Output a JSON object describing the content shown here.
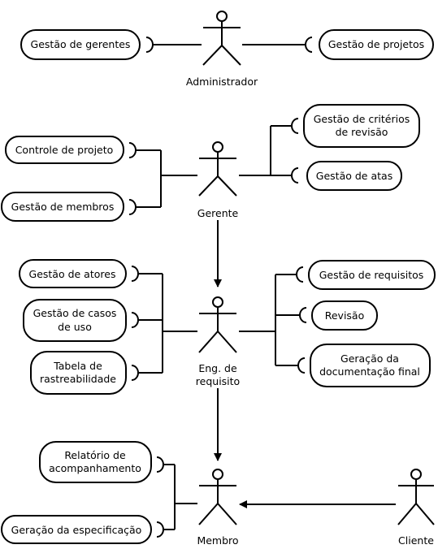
{
  "actors": {
    "administrador": "Administrador",
    "gerente": "Gerente",
    "eng_l1": "Eng. de",
    "eng_l2": "requisito",
    "membro": "Membro",
    "cliente": "Cliente"
  },
  "use_cases": {
    "gestao_gerentes": "Gestão de gerentes",
    "gestao_projetos": "Gestão de projetos",
    "criterios_l1": "Gestão de critérios",
    "criterios_l2": "de revisão",
    "gestao_atas": "Gestão de atas",
    "controle_projeto": "Controle de projeto",
    "gestao_membros": "Gestão de membros",
    "gestao_atores": "Gestão de atores",
    "casos_uso_l1": "Gestão de casos",
    "casos_uso_l2": "de uso",
    "rastreab_l1": "Tabela de",
    "rastreab_l2": "rastreabilidade",
    "gestao_requisitos": "Gestão de requisitos",
    "revisao": "Revisão",
    "geracao_doc_l1": "Geração da",
    "geracao_doc_l2": "documentação final",
    "relatorio_l1": "Relatório de",
    "relatorio_l2": "acompanhamento",
    "geracao_espec": "Geração da especificação"
  }
}
